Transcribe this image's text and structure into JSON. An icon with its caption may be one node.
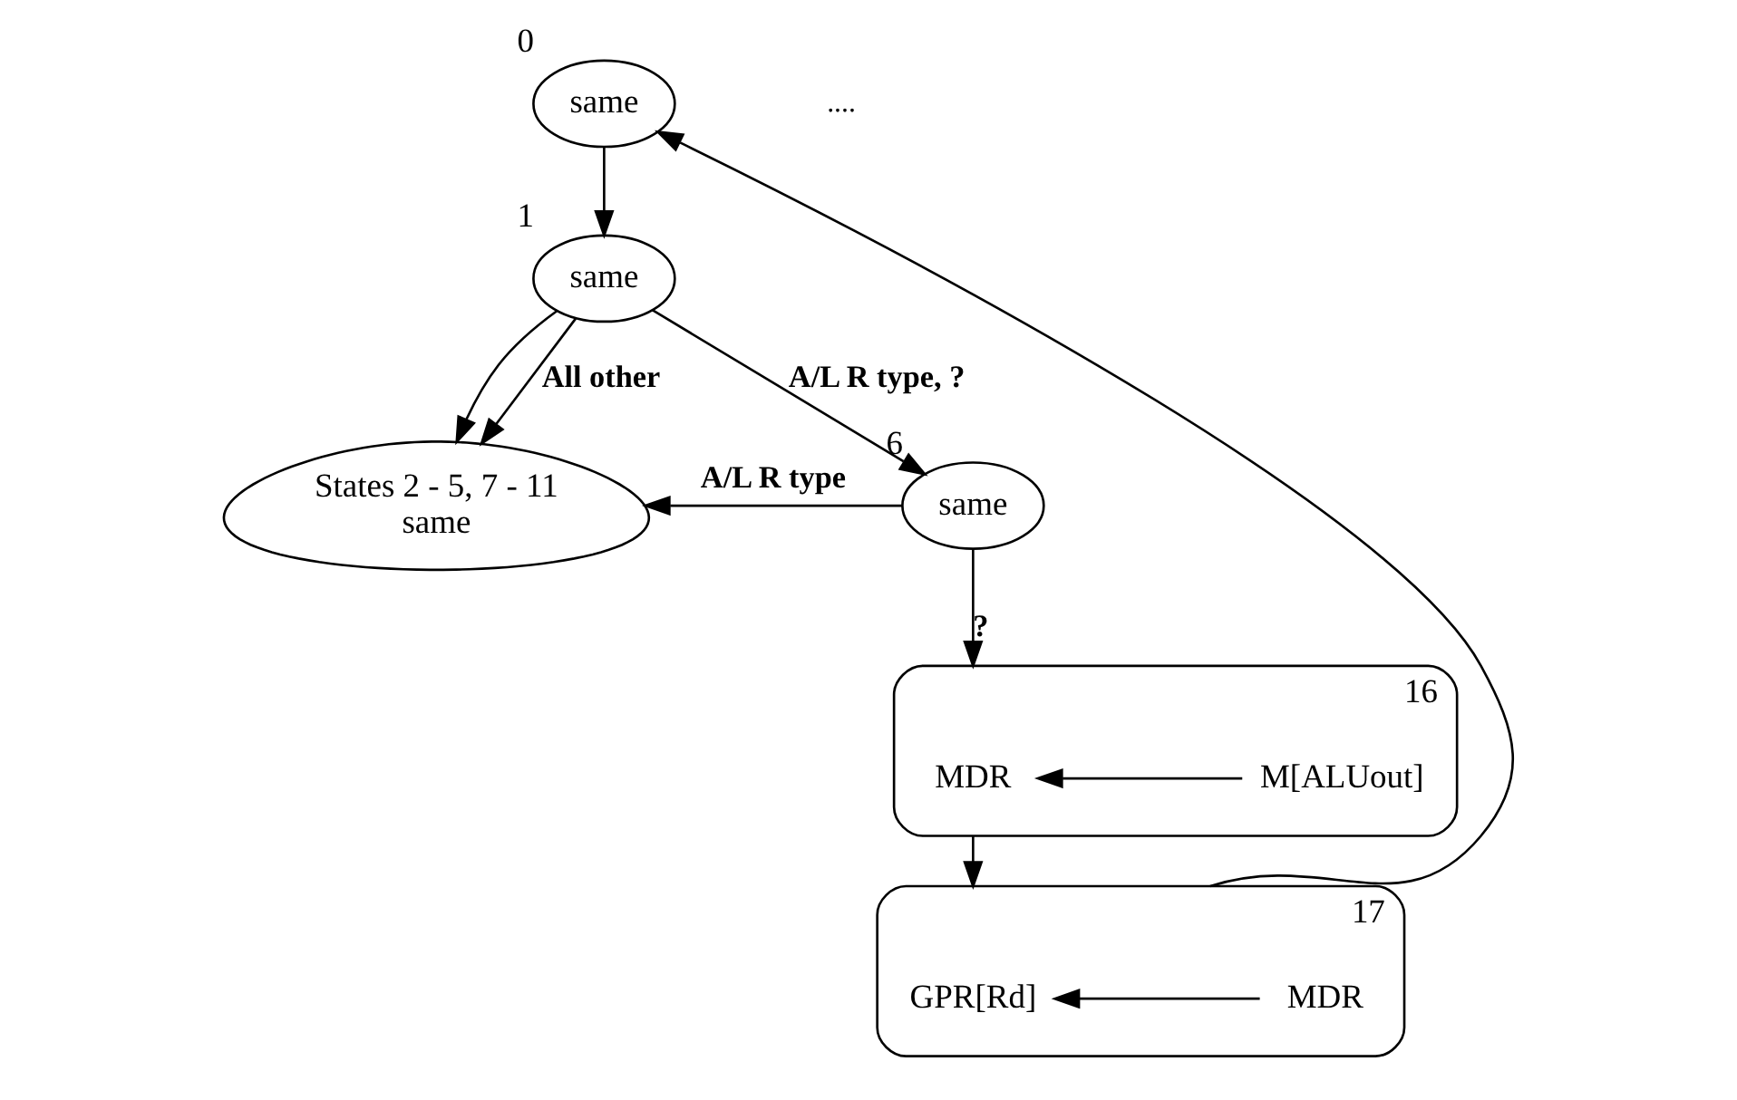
{
  "diagram": {
    "nodes": [
      {
        "text": [
          "same"
        ],
        "beside": [
          "0"
        ]
      },
      {
        "text": [
          "same"
        ],
        "beside": [
          "1"
        ]
      },
      {
        "text": [
          "States 2 - 5, 7 - 11",
          "same"
        ]
      },
      {
        "text": [
          "same"
        ],
        "beside": [
          "6"
        ]
      },
      {
        "text": [],
        "shape": "box",
        "beside": [
          "16"
        ]
      },
      {
        "text": [
          "MDR"
        ],
        "in": 4
      },
      {
        "text": [
          "M[ALUout]"
        ],
        "in": 4
      },
      {
        "text": [],
        "shape": "box",
        "beside": [
          "17"
        ]
      },
      {
        "text": [
          "GPR[Rd]"
        ],
        "in": 7
      },
      {
        "text": [
          "MDR"
        ],
        "in": 7
      }
    ],
    "edges": [
      {
        "from": 0,
        "to": 1,
        "arrow": "to"
      },
      {
        "from": 1,
        "to": 2,
        "arrow": "to"
      },
      {
        "from": 1,
        "to": 2,
        "arrow": "to",
        "label": "All other"
      },
      {
        "from": 1,
        "to": 3,
        "arrow": "to",
        "label": "A/L R type, ?"
      },
      {
        "from": 3,
        "to": 2,
        "arrow": "to",
        "label": "A/L R type"
      },
      {
        "from": 3,
        "to": 4,
        "arrow": "to",
        "label": "?"
      },
      {
        "from": 6,
        "to": 5,
        "arrow": "to"
      },
      {
        "from": 4,
        "to": 7,
        "arrow": "to"
      },
      {
        "from": 9,
        "to": 8,
        "arrow": "to"
      },
      {
        "from": 7,
        "to": 0,
        "arrow": "to"
      }
    ],
    "labels": [
      "...."
    ]
  }
}
